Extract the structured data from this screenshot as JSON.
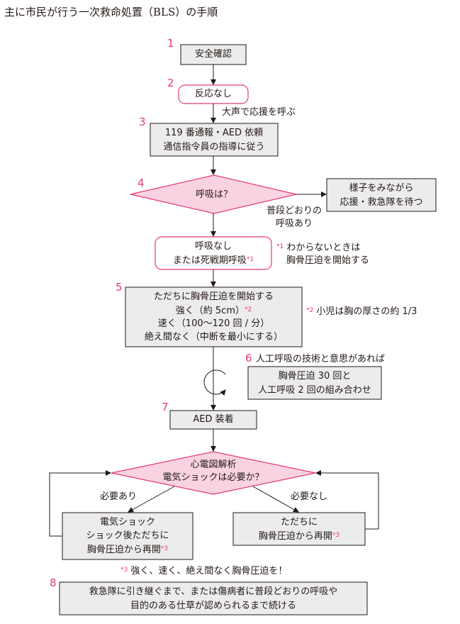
{
  "title": "主に市民が行う一次救命処置（BLS）の手順",
  "steps": {
    "n1": "1",
    "n2": "2",
    "n3": "3",
    "n4": "4",
    "n5": "5",
    "n6": "6",
    "n7": "7",
    "n8": "8"
  },
  "nodes": {
    "safety": "安全確認",
    "no_response": "反応なし",
    "shout": "大声で応援を呼ぶ",
    "call_l1": "119 番通報・AED 依頼",
    "call_l2": "通信指令員の指導に従う",
    "breathing_q": "呼吸は？",
    "normal_l1": "普段どおりの",
    "normal_l2": "呼吸あり",
    "wait_l1": "様子をみながら",
    "wait_l2": "応援・救急隊を待つ",
    "nobreath_l1": "呼吸なし",
    "nobreath_l2": "または死戦期呼吸",
    "nobreath_ref": "*1",
    "note1_ref": "*1",
    "note1_l1": "わからないときは",
    "note1_l2": "胸骨圧迫を開始する",
    "cpr_l1": "ただちに胸骨圧迫を開始する",
    "cpr_l2": "強く（約 5cm）",
    "cpr_l2_ref": "*2",
    "cpr_l3": "速く（100〜120 回 / 分）",
    "cpr_l4": "絶え間なく（中断を最小にする）",
    "note2_ref": "*2",
    "note2": "小児は胸の厚さの約 1/3",
    "rescue_cond": "人工呼吸の技術と意思があれば",
    "combo_l1": "胸骨圧迫 30 回と",
    "combo_l2": "人工呼吸 2 回の組み合わせ",
    "aed": "AED 装着",
    "ecg_l1": "心電図解析",
    "ecg_l2": "電気ショックは必要か？",
    "needed": "必要あり",
    "not_needed": "必要なし",
    "shock_l1": "電気ショック",
    "shock_l2": "ショック後ただちに",
    "shock_l3": "胸骨圧迫から再開",
    "shock_ref": "*3",
    "resume_l1": "ただちに",
    "resume_l2": "胸骨圧迫から再開",
    "resume_ref": "*3",
    "note3_ref": "*3",
    "note3": "強く、速く、絶え間なく胸骨圧迫を！",
    "continue_l1": "救急隊に引き継ぐまで、または傷病者に普段どおりの呼吸や",
    "continue_l2": "目的のある仕草が認められるまで続ける"
  },
  "colors": {
    "box_fill": "#ececec",
    "box_stroke": "#231815",
    "pink": "#e4397a",
    "pink_fill": "#f9d3e2"
  }
}
